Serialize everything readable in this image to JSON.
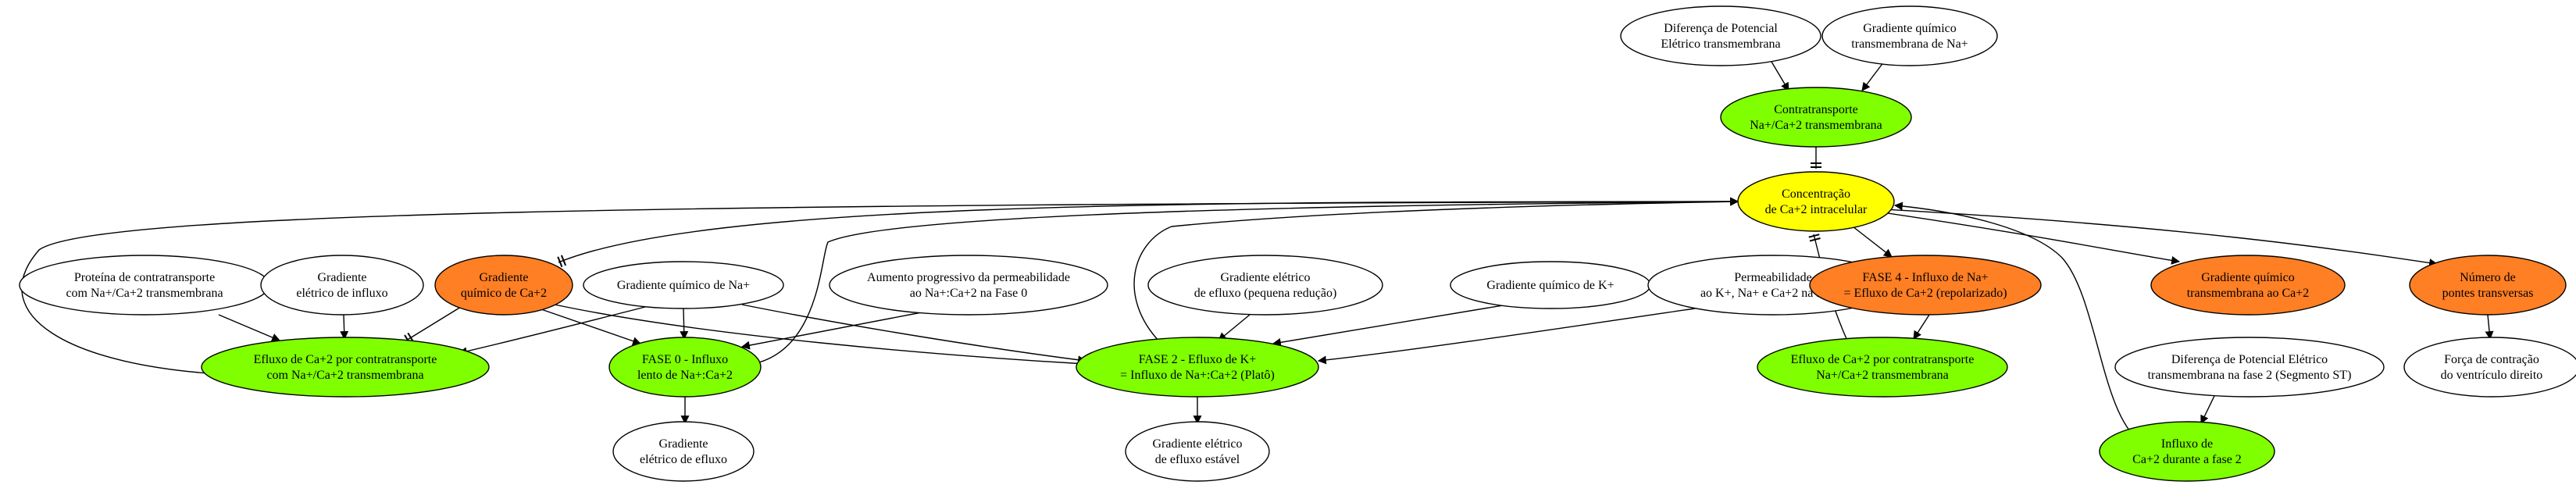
{
  "colors": {
    "white": "#ffffff",
    "green": "#7fff00",
    "orange": "#ff7f24",
    "yellow": "#ffff00",
    "stroke": "#000000"
  },
  "nodes": [
    {
      "id": "ddp",
      "fill": "white",
      "lines": [
        "Diferença de Potencial",
        "Elétrico transmembrana"
      ]
    },
    {
      "id": "gqna_top",
      "fill": "white",
      "lines": [
        "Gradiente químico",
        "transmembrana de Na+"
      ]
    },
    {
      "id": "contra",
      "fill": "green",
      "lines": [
        "Contratransporte",
        "Na+/Ca+2 transmembrana"
      ]
    },
    {
      "id": "conc",
      "fill": "yellow",
      "lines": [
        "Concentração",
        "de Ca+2 intracelular"
      ]
    },
    {
      "id": "prot",
      "fill": "white",
      "lines": [
        "Proteína de contratransporte",
        "com Na+/Ca+2 transmembrana"
      ]
    },
    {
      "id": "gei",
      "fill": "white",
      "lines": [
        "Gradiente",
        "elétrico de influxo"
      ]
    },
    {
      "id": "gqca",
      "fill": "orange",
      "lines": [
        "Gradiente",
        "químico de Ca+2"
      ]
    },
    {
      "id": "gqna",
      "fill": "white",
      "lines": [
        "Gradiente químico de Na+"
      ]
    },
    {
      "id": "aum",
      "fill": "white",
      "lines": [
        "Aumento progressivo da permeabilidade",
        "ao Na+:Ca+2 na Fase 0"
      ]
    },
    {
      "id": "gee_red",
      "fill": "white",
      "lines": [
        "Gradiente elétrico",
        "de efluxo (pequena redução)"
      ]
    },
    {
      "id": "gqk",
      "fill": "white",
      "lines": [
        "Gradiente químico de K+"
      ]
    },
    {
      "id": "perm",
      "fill": "white",
      "lines": [
        "Permeabilidade",
        "ao K+, Na+ e Ca+2 na fase 2"
      ]
    },
    {
      "id": "fase4",
      "fill": "orange",
      "lines": [
        "FASE 4 - Influxo de Na+",
        "= Efluxo de Ca+2 (repolarizado)"
      ]
    },
    {
      "id": "gqca_t",
      "fill": "orange",
      "lines": [
        "Gradiente químico",
        "transmembrana ao Ca+2"
      ]
    },
    {
      "id": "npont",
      "fill": "orange",
      "lines": [
        "Número de",
        "pontes transversas"
      ]
    },
    {
      "id": "eflux_left",
      "fill": "green",
      "lines": [
        "Efluxo de Ca+2 por contratransporte",
        "com Na+/Ca+2 transmembrana"
      ]
    },
    {
      "id": "fase0",
      "fill": "green",
      "lines": [
        "FASE 0 - Influxo",
        "lento de Na+:Ca+2"
      ]
    },
    {
      "id": "fase2",
      "fill": "green",
      "lines": [
        "FASE 2 - Efluxo de K+",
        "= Influxo de Na+:Ca+2 (Platô)"
      ]
    },
    {
      "id": "eflux_right",
      "fill": "green",
      "lines": [
        "Efluxo de Ca+2 por contratransporte",
        "Na+/Ca+2 transmembrana"
      ]
    },
    {
      "id": "ddp_st",
      "fill": "white",
      "lines": [
        "Diferença de Potencial Elétrico",
        "transmembrana na fase 2 (Segmento ST)"
      ]
    },
    {
      "id": "forca",
      "fill": "white",
      "lines": [
        "Força de contração",
        "do ventrículo direito"
      ]
    },
    {
      "id": "gee",
      "fill": "white",
      "lines": [
        "Gradiente",
        "elétrico de efluxo"
      ]
    },
    {
      "id": "gee_est",
      "fill": "white",
      "lines": [
        "Gradiente elétrico",
        "de efluxo estável"
      ]
    },
    {
      "id": "influx_ca",
      "fill": "green",
      "lines": [
        "Influxo de",
        "Ca+2 durante a fase 2"
      ]
    }
  ],
  "edges": [
    {
      "id": "ddp-contra",
      "head": "arrow"
    },
    {
      "id": "gqnatop-contra",
      "head": "arrow"
    },
    {
      "id": "contra-conc",
      "head": "tee"
    },
    {
      "id": "conc-fase4",
      "head": "arrow"
    },
    {
      "id": "conc-gqcat",
      "head": "arrow"
    },
    {
      "id": "conc-npont",
      "head": "arrow"
    },
    {
      "id": "fase4-efluxright",
      "head": "arrow"
    },
    {
      "id": "efluxright-conc",
      "head": "tee"
    },
    {
      "id": "gqcat-ddpst",
      "head": "arrow"
    },
    {
      "id": "ddpst-influxca",
      "head": "arrow"
    },
    {
      "id": "influxca-conc",
      "head": "arrow"
    },
    {
      "id": "npont-forca",
      "head": "arrow"
    },
    {
      "id": "conc-gqca",
      "head": "tee"
    },
    {
      "id": "prot-efluxleft",
      "head": "arrow"
    },
    {
      "id": "gei-efluxleft",
      "head": "arrow"
    },
    {
      "id": "gqca-efluxleft",
      "head": "tee"
    },
    {
      "id": "gqna-efluxleft",
      "head": "arrow"
    },
    {
      "id": "gqca-fase0",
      "head": "arrow"
    },
    {
      "id": "gqna-fase0",
      "head": "arrow"
    },
    {
      "id": "aum-fase0",
      "head": "arrow"
    },
    {
      "id": "gqca-fase2",
      "head": "arrow"
    },
    {
      "id": "gqna-fase2",
      "head": "arrow"
    },
    {
      "id": "geered-fase2",
      "head": "arrow"
    },
    {
      "id": "gqk-fase2",
      "head": "arrow"
    },
    {
      "id": "perm-fase2",
      "head": "arrow"
    },
    {
      "id": "efluxleft-conc",
      "head": "arrow"
    },
    {
      "id": "fase0-conc",
      "head": "arrow"
    },
    {
      "id": "fase2-conc",
      "head": "arrow"
    },
    {
      "id": "fase0-gee",
      "head": "arrow"
    },
    {
      "id": "fase2-geeest",
      "head": "arrow"
    }
  ]
}
